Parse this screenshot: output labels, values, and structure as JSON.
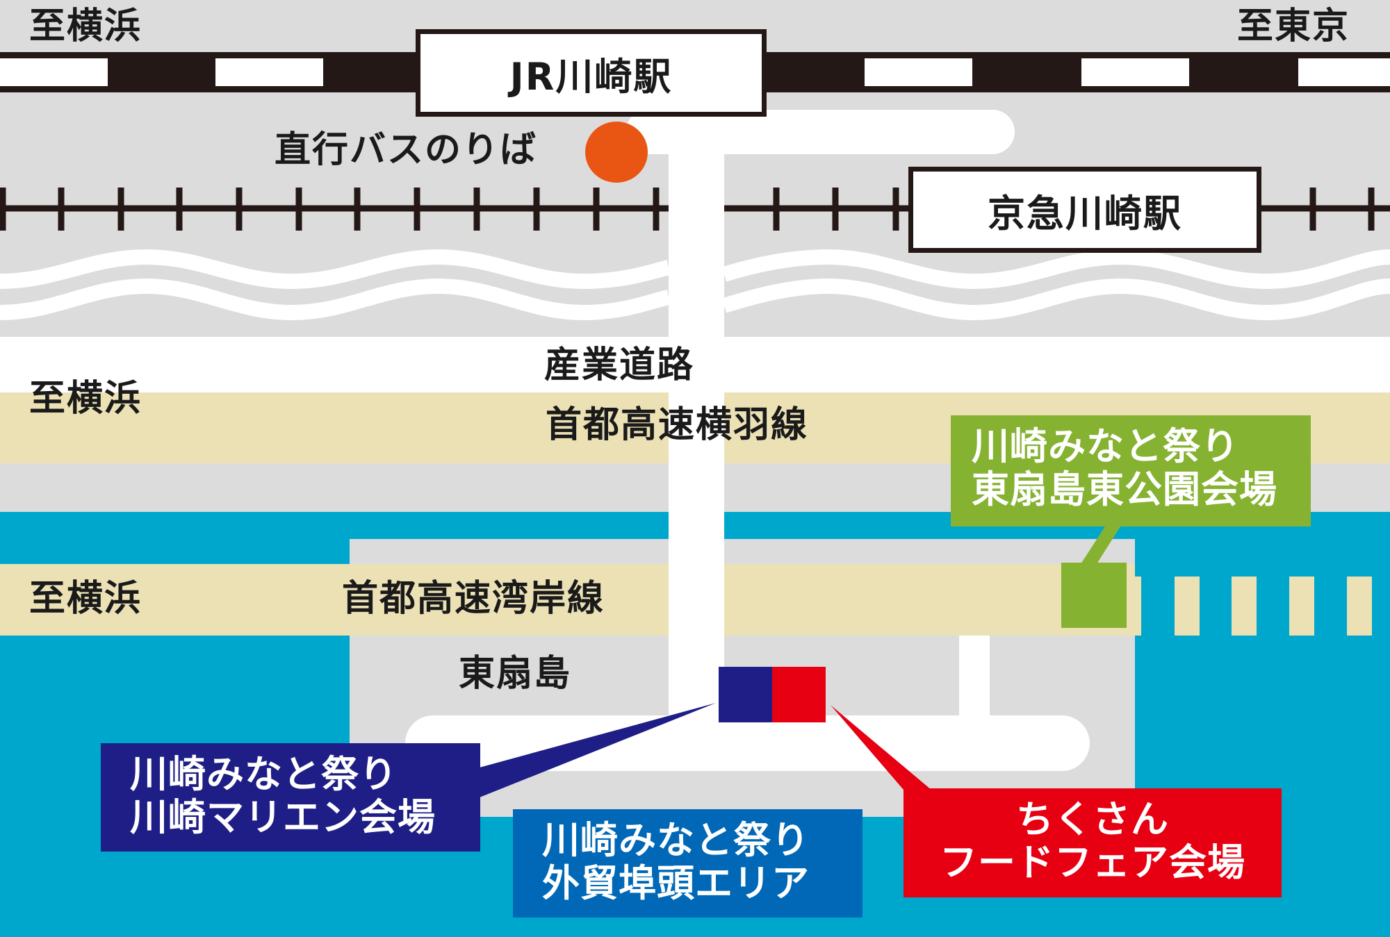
{
  "colors": {
    "land": "#dcdcdc",
    "road": "#ffffff",
    "rail": "#231815",
    "sea": "#00a7cc",
    "expressway": "#ebe1b5",
    "bus_stop": "#e95513",
    "green_venue": "#86b232",
    "navy_venue": "#1e1e86",
    "blue_venue": "#0068b6",
    "red_venue": "#e60012"
  },
  "top": {
    "direction_left": "至横浜",
    "direction_right": "至東京"
  },
  "stations": {
    "jr": "JR川崎駅",
    "keikyu": "京急川崎駅"
  },
  "bus_stop": {
    "label": "直行バスのりば",
    "icon": "orange-circle"
  },
  "roads": {
    "sangyo": "産業道路",
    "yokohane": "首都高速横羽線",
    "yokohane_direction": "至横浜",
    "wangan": "首都高速湾岸線",
    "wangan_direction": "至横浜"
  },
  "island": {
    "name": "東扇島"
  },
  "venues": {
    "green": {
      "line1": "川崎みなと祭り",
      "line2": "東扇島東公園会場"
    },
    "navy": {
      "line1": "川崎みなと祭り",
      "line2": "川崎マリエン会場"
    },
    "blue": {
      "line1": "川崎みなと祭り",
      "line2": "外貿埠頭エリア"
    },
    "red": {
      "line1": "ちくさん",
      "line2": "フードフェア会場"
    }
  }
}
